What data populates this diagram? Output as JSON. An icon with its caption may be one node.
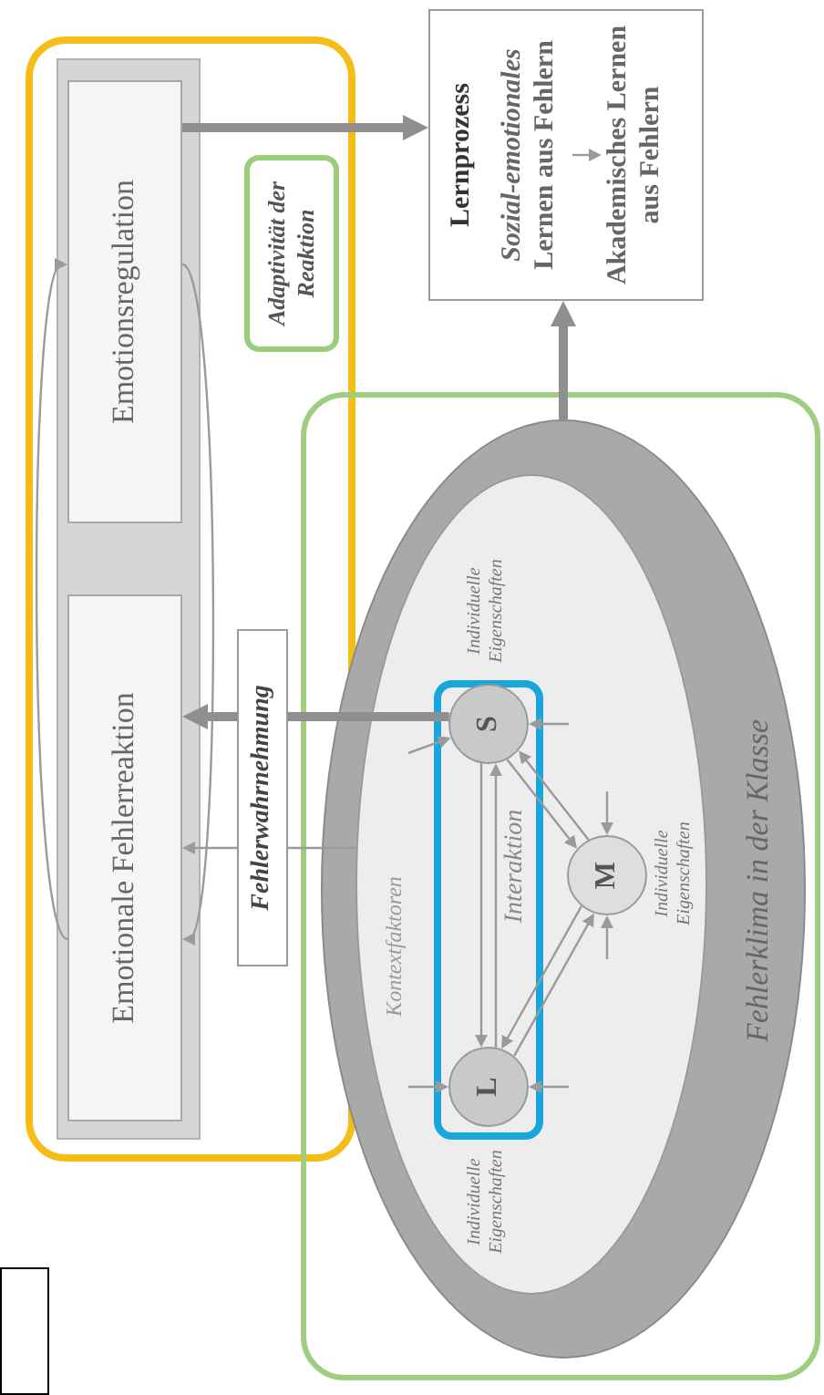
{
  "diagram": {
    "nodes": [
      {
        "text": [],
        "shape": "box"
      },
      {
        "text": [],
        "shape": "box",
        "in": 0
      },
      {
        "text": [
          "Emotionale Fehlerreaktion"
        ],
        "in": 1
      },
      {
        "text": [
          "Emotionsregulation"
        ],
        "in": 1
      },
      {
        "text": [
          "Fehlerwahrnehmung"
        ],
        "in": 0
      },
      {
        "text": [
          "Adaptivität der Reaktion"
        ],
        "in": 0
      },
      {
        "text": [
          "Lernprozess"
        ]
      },
      {
        "text": [
          "*Sozial-emotionales* Lernen aus Fehlern"
        ],
        "in": 6
      },
      {
        "text": [
          "Akademisches Lernen aus Fehlern"
        ],
        "in": 6
      },
      {
        "text": [],
        "shape": "box"
      },
      {
        "text": [
          "Fehlerklima in der Klasse"
        ],
        "in": 9
      },
      {
        "text": [
          "Kontextfaktoren"
        ],
        "in": 10
      },
      {
        "text": [],
        "shape": "box",
        "in": 11
      },
      {
        "text": [
          "L"
        ],
        "beside": [
          "Individuelle Eigenschaften"
        ],
        "in": 12
      },
      {
        "text": [
          "S"
        ],
        "beside": [
          "Individuelle Eigenschaften"
        ],
        "in": 12
      },
      {
        "text": [
          "M"
        ],
        "beside": [
          "Individuelle Eigenschaften"
        ],
        "in": 11
      },
      {
        "text": [],
        "shape": "box"
      }
    ],
    "edges": [
      {
        "from": 2,
        "to": 3,
        "arrow": "to"
      },
      {
        "from": 3,
        "to": 2,
        "arrow": "to"
      },
      {
        "from": 3,
        "to": 6,
        "arrow": "to",
        "style": "thick"
      },
      {
        "from": 10,
        "to": 6,
        "arrow": "to",
        "style": "thick"
      },
      {
        "from": 7,
        "to": 8,
        "arrow": "to"
      },
      {
        "from": 14,
        "to": 4,
        "arrow": "none",
        "style": "thick"
      },
      {
        "from": 4,
        "to": 2,
        "arrow": "to",
        "style": "thick"
      },
      {
        "from": 11,
        "to": 4,
        "arrow": "none"
      },
      {
        "from": 4,
        "to": 2,
        "arrow": "to"
      },
      {
        "from": 13,
        "to": 14,
        "arrow": "to"
      },
      {
        "from": 14,
        "to": 13,
        "arrow": "to"
      },
      {
        "from": 13,
        "to": 15,
        "arrow": "to"
      },
      {
        "from": 15,
        "to": 13,
        "arrow": "to"
      },
      {
        "from": 14,
        "to": 15,
        "arrow": "to"
      },
      {
        "from": 15,
        "to": 14,
        "arrow": "to"
      },
      {
        "from": null,
        "to": 13,
        "arrow": "to"
      },
      {
        "from": null,
        "to": 13,
        "arrow": "to"
      },
      {
        "from": null,
        "to": 14,
        "arrow": "to"
      },
      {
        "from": null,
        "to": 14,
        "arrow": "to"
      },
      {
        "from": null,
        "to": 15,
        "arrow": "to"
      },
      {
        "from": null,
        "to": 15,
        "arrow": "to"
      }
    ],
    "labels": [
      "Interaktion"
    ]
  }
}
